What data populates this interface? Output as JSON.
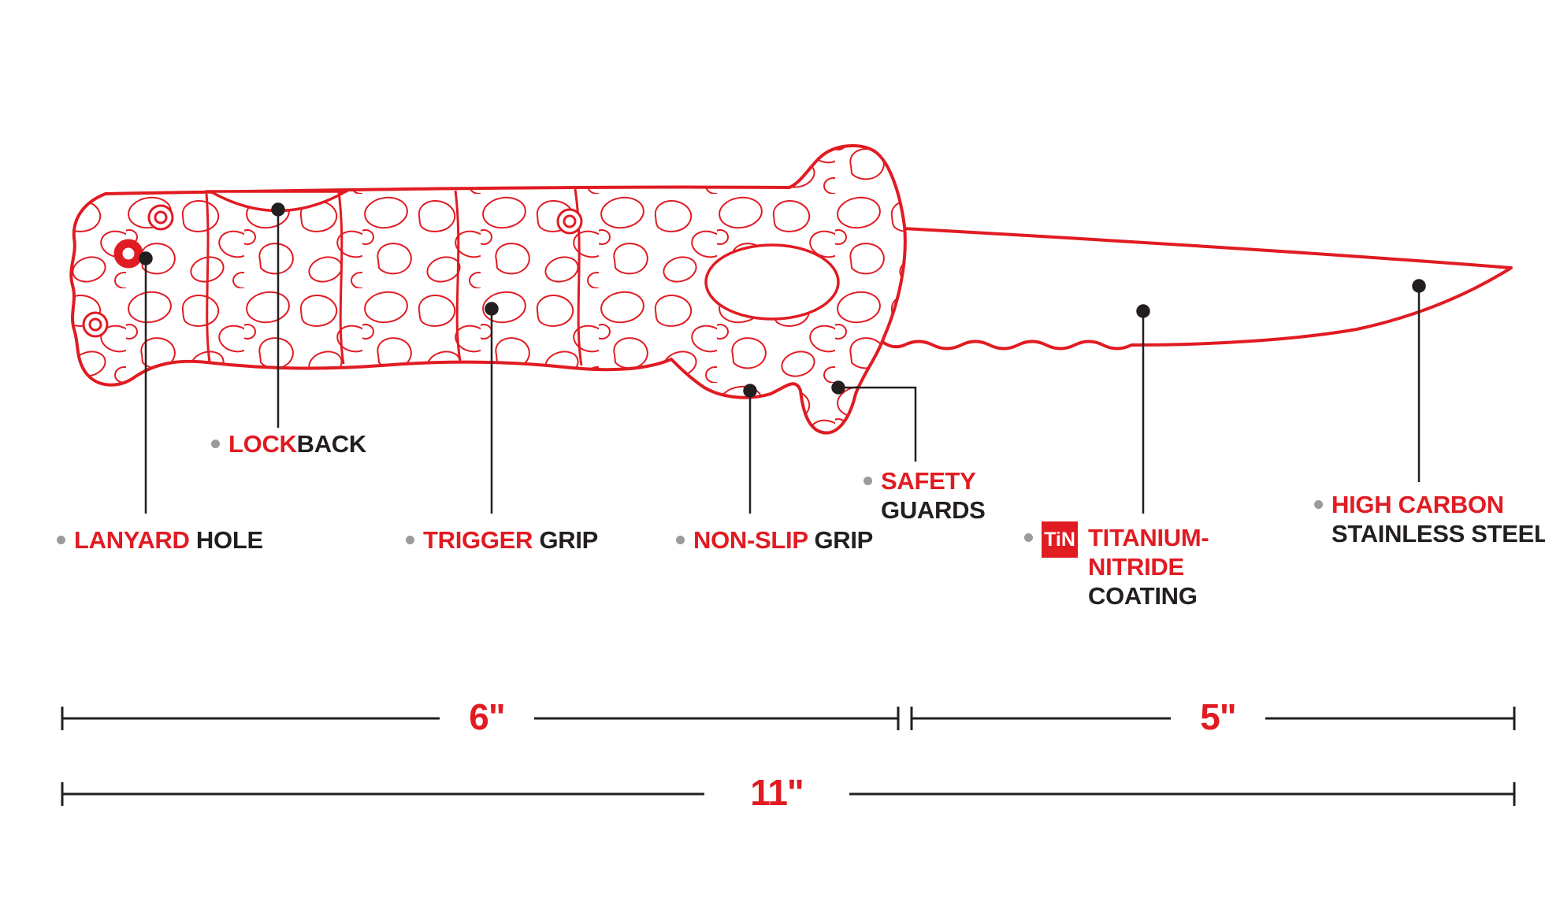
{
  "colors": {
    "accent_red": "#e11b22",
    "text_black": "#231f20",
    "bullet_gray": "#9b9b9b",
    "background": "#ffffff"
  },
  "icons": {
    "bullet": "gray-dot",
    "tin_badge": "red-square"
  },
  "callouts": {
    "lanyard": {
      "highlight": "LANYARD",
      "rest": " HOLE"
    },
    "lockback": {
      "highlight": "LOCK",
      "rest": "BACK"
    },
    "trigger": {
      "highlight": "TRIGGER",
      "rest": " GRIP"
    },
    "nonslip": {
      "highlight": "NON-SLIP",
      "rest": " GRIP"
    },
    "safety": {
      "highlight": "SAFETY",
      "rest": "GUARDS"
    },
    "tin": {
      "badge": "TiN",
      "line1": "TITANIUM-",
      "line2": "NITRIDE",
      "line3": "COATING"
    },
    "steel": {
      "highlight": "HIGH CARBON",
      "rest": "STAINLESS STEEL"
    }
  },
  "dimensions": {
    "handle_length": "6\"",
    "blade_length": "5\"",
    "overall_length": "11\""
  }
}
